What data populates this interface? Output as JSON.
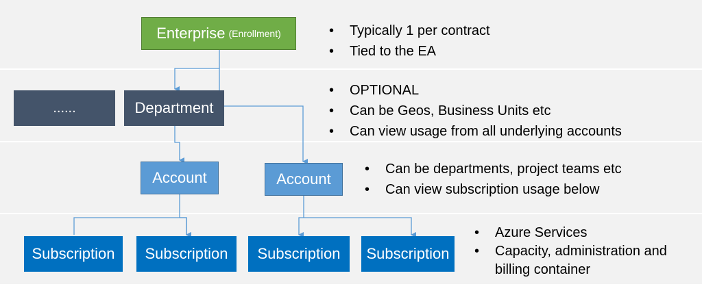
{
  "nodes": {
    "enterprise": {
      "label": "Enterprise",
      "sublabel": "(Enrollment)"
    },
    "placeholder": {
      "label": "......"
    },
    "department": {
      "label": "Department"
    },
    "accounts": [
      "Account",
      "Account"
    ],
    "subscriptions": [
      "Subscription",
      "Subscription",
      "Subscription",
      "Subscription"
    ]
  },
  "notes": {
    "enterprise": [
      "Typically 1 per contract",
      "Tied to the EA"
    ],
    "department": [
      "OPTIONAL",
      "Can be Geos, Business Units etc",
      "Can view usage from all underlying accounts"
    ],
    "account": [
      "Can be departments, project teams etc",
      "Can view subscription usage below"
    ],
    "subscription": [
      "Azure Services",
      "Capacity, administration and billing container"
    ]
  },
  "colors": {
    "enterprise": "#70ad47",
    "department": "#44546a",
    "account": "#5b9bd5",
    "subscription": "#0070c0",
    "connector": "#5b9bd5",
    "band": "#f2f2f2"
  }
}
